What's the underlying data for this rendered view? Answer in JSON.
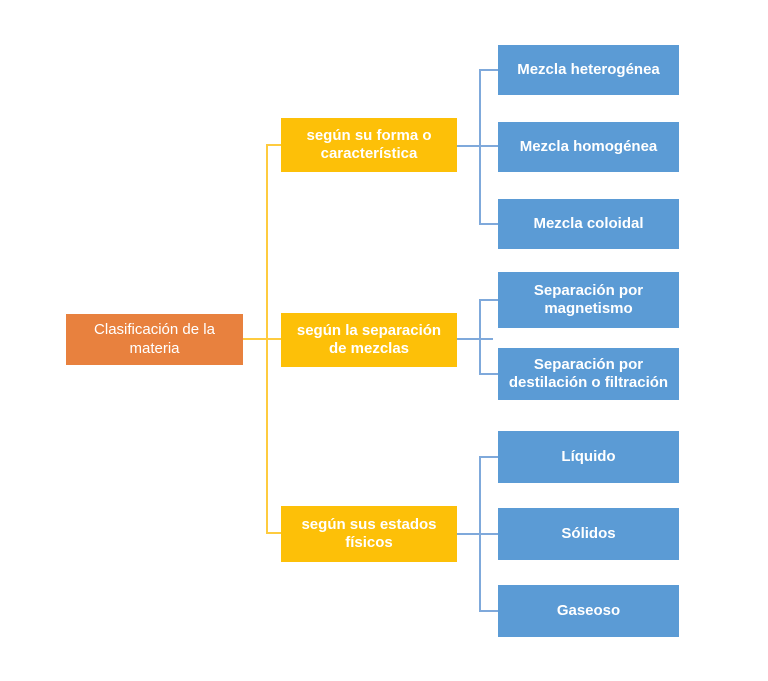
{
  "colors": {
    "root_fill": "#E8813E",
    "branch_fill": "#FDC008",
    "leaf_fill": "#5B9BD5",
    "branch_line": "#FECB3F",
    "leaf_line": "#7FA9DB",
    "node_text": "#FFFFFF"
  },
  "tree": {
    "root": {
      "label": "Clasificación de la materia"
    },
    "branches": [
      {
        "label": "según su forma o característica",
        "children": [
          {
            "label": "Mezcla heterogénea"
          },
          {
            "label": "Mezcla homogénea"
          },
          {
            "label": "Mezcla coloidal"
          }
        ]
      },
      {
        "label": "según la separación de mezclas",
        "children": [
          {
            "label": "Separación por magnetismo"
          },
          {
            "label": "Separación por destilación o filtración"
          }
        ]
      },
      {
        "label": "según sus estados físicos",
        "children": [
          {
            "label": "Líquido"
          },
          {
            "label": "Sólidos"
          },
          {
            "label": "Gaseoso"
          }
        ]
      }
    ]
  }
}
